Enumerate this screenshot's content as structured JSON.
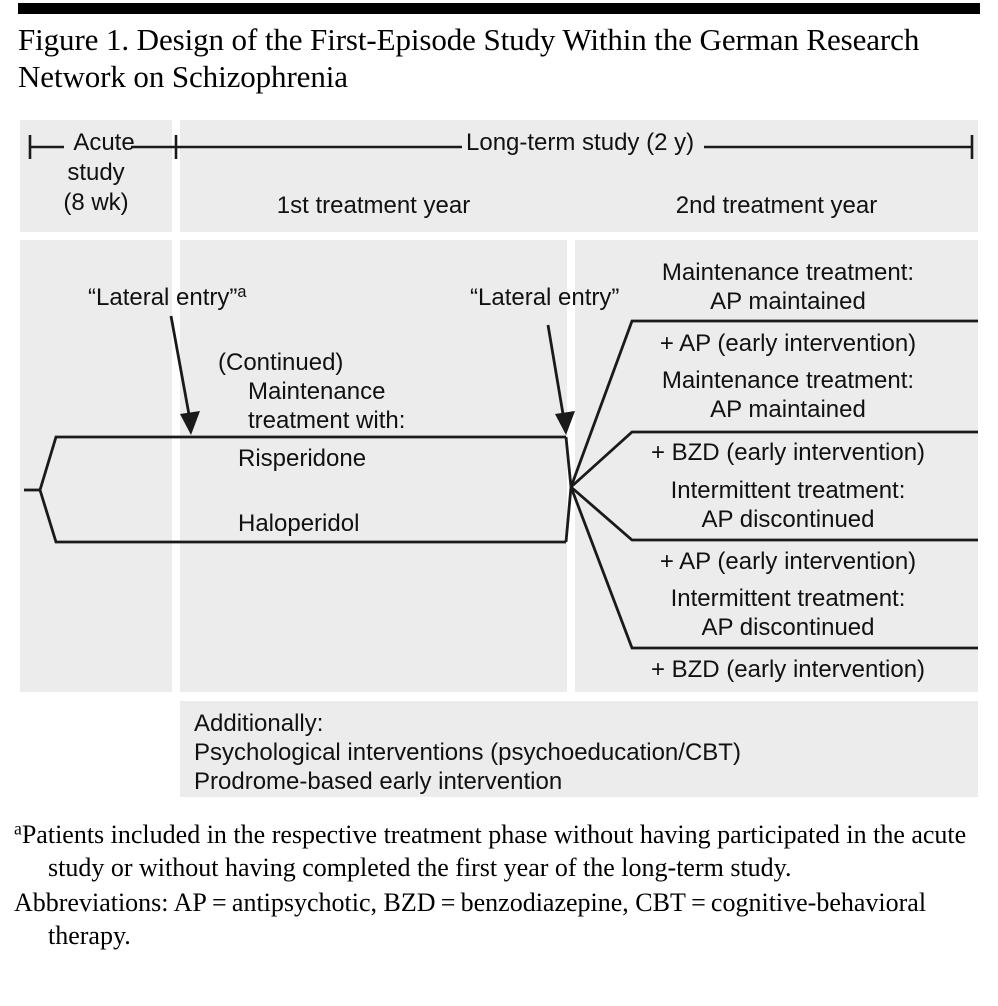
{
  "title": "Figure 1. Design of the First-Episode Study Within the German Research Network on Schizophrenia",
  "header": {
    "acute": {
      "line1": "Acute",
      "line2": "study",
      "line3": "(8 wk)"
    },
    "longterm_label": "Long-term study (2 y)",
    "year1": "1st treatment year",
    "year2": "2nd treatment year"
  },
  "body": {
    "lateral_entry_1": "“Lateral entry”",
    "lateral_entry_1_marker": "a",
    "lateral_entry_2": "“Lateral entry”",
    "continued": "(Continued)",
    "maintenance_line1": "Maintenance",
    "maintenance_line2": "treatment with:",
    "drug_1": "Risperidone",
    "drug_2": "Haloperidol"
  },
  "arms": [
    {
      "title_line1": "Maintenance treatment:",
      "title_line2": "AP maintained",
      "sub": "+ AP (early intervention)"
    },
    {
      "title_line1": "Maintenance treatment:",
      "title_line2": "AP maintained",
      "sub": "+ BZD (early intervention)"
    },
    {
      "title_line1": "Intermittent treatment:",
      "title_line2": "AP discontinued",
      "sub": "+ AP (early intervention)"
    },
    {
      "title_line1": "Intermittent treatment:",
      "title_line2": "AP discontinued",
      "sub": "+ BZD (early intervention)"
    }
  ],
  "additional": {
    "line1": "Additionally:",
    "line2": "Psychological interventions (psychoeducation/CBT)",
    "line3": "Prodrome-based early intervention"
  },
  "footnotes": {
    "marker_a": "a",
    "note_a": "Patients included in the respective treatment phase without having participated in the acute study or without having completed the first year of the long-term study.",
    "abbreviations": "Abbreviations: AP = antipsychotic, BZD = benzodiazepine, CBT = cognitive-behavioral therapy."
  },
  "colors": {
    "panel_bg": "#ececec",
    "ink": "#111111",
    "rule": "#000000",
    "page_bg": "#ffffff"
  },
  "chart_data": {
    "type": "diagram",
    "title": "Design of the First-Episode Study Within the German Research Network on Schizophrenia",
    "phases": [
      "Acute study (8 wk)",
      "1st treatment year",
      "2nd treatment year"
    ],
    "randomization_nodes": 2,
    "arm_count_year1": 2,
    "arm_count_year2": 4
  }
}
